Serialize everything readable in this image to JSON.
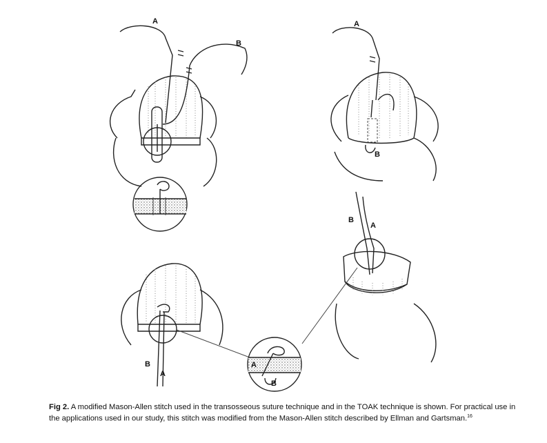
{
  "figure": {
    "panel_labels": {
      "p1_a": "A",
      "p1_b": "B",
      "p2_a": "A",
      "p2_b": "B",
      "p3_b": "B",
      "p3_a": "A",
      "p4_b": "B",
      "p4_a": "A",
      "inset_a": "A",
      "inset_b": "B"
    }
  },
  "caption": {
    "label": "Fig 2.",
    "text": " A modified Mason-Allen stitch used in the transosseous suture technique and in the TOAK technique is shown. For practical use in the applications used in our study, this stitch was modified from the Mason-Allen stitch described by Ellman and Gartsman.",
    "reference": "16"
  }
}
